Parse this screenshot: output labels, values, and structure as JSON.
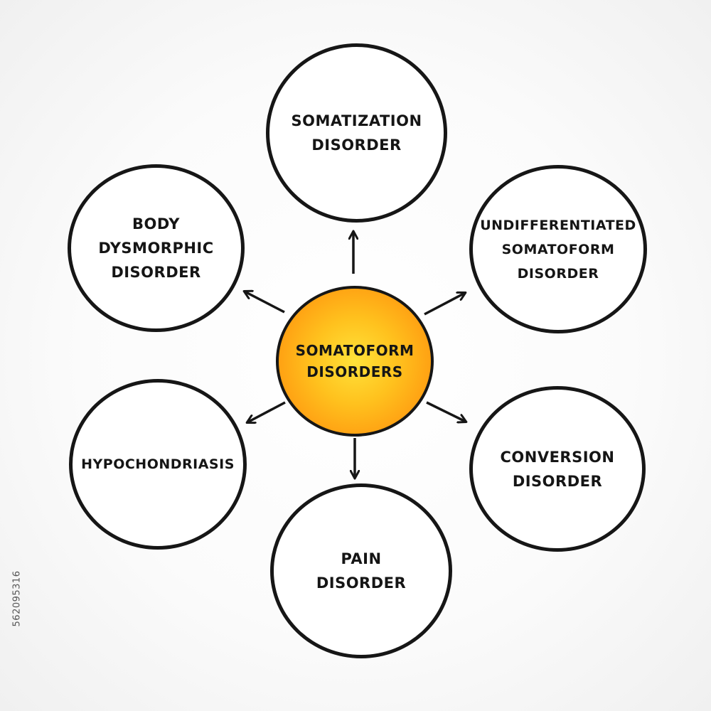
{
  "diagram": {
    "center": {
      "label": "SOMATOFORM\nDISORDERS"
    },
    "nodes": [
      {
        "id": "top",
        "label": "SOMATIZATION\nDISORDER"
      },
      {
        "id": "right",
        "label": "UNDIFFERENTIATED\nSOMATOFORM\nDISORDER"
      },
      {
        "id": "conv",
        "label": "CONVERSION\nDISORDER"
      },
      {
        "id": "pain",
        "label": "PAIN\nDISORDER"
      },
      {
        "id": "hypo",
        "label": "HYPOCHONDRIASIS"
      },
      {
        "id": "left",
        "label": "BODY\nDYSMORPHIC\nDISORDER"
      }
    ],
    "colors": {
      "center_fill": "#ff9f12",
      "center_highlight": "#ffe23a",
      "stroke": "#161616",
      "node_fill": "#ffffff"
    }
  },
  "watermark": {
    "stock_id": "562095316"
  }
}
